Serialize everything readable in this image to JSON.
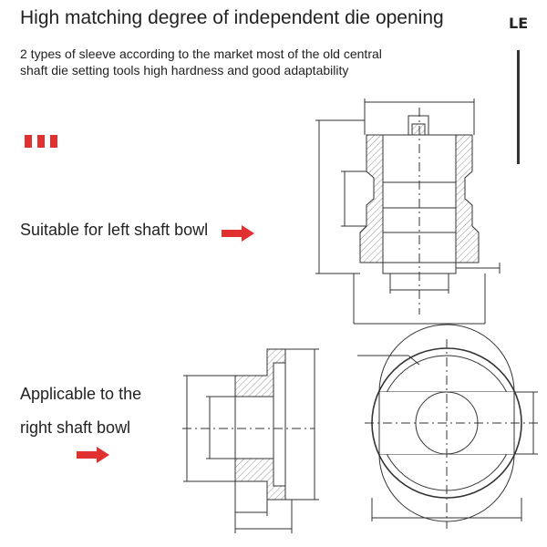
{
  "header": {
    "title": "High matching degree of independent die opening",
    "logo": "LE"
  },
  "description": {
    "line1": "2 types of sleeve according to the market most of the old central",
    "line2": "shaft die setting tools high hardness and good adaptability"
  },
  "labels": {
    "left_bowl": "Suitable for left shaft bowl",
    "right_bowl_line1": "Applicable to the",
    "right_bowl_line2": "right shaft bowl"
  },
  "colors": {
    "accent": "#e03030",
    "line": "#333333"
  },
  "icons": [
    "arrow-right-icon",
    "red-dots-icon",
    "logo-mark"
  ]
}
